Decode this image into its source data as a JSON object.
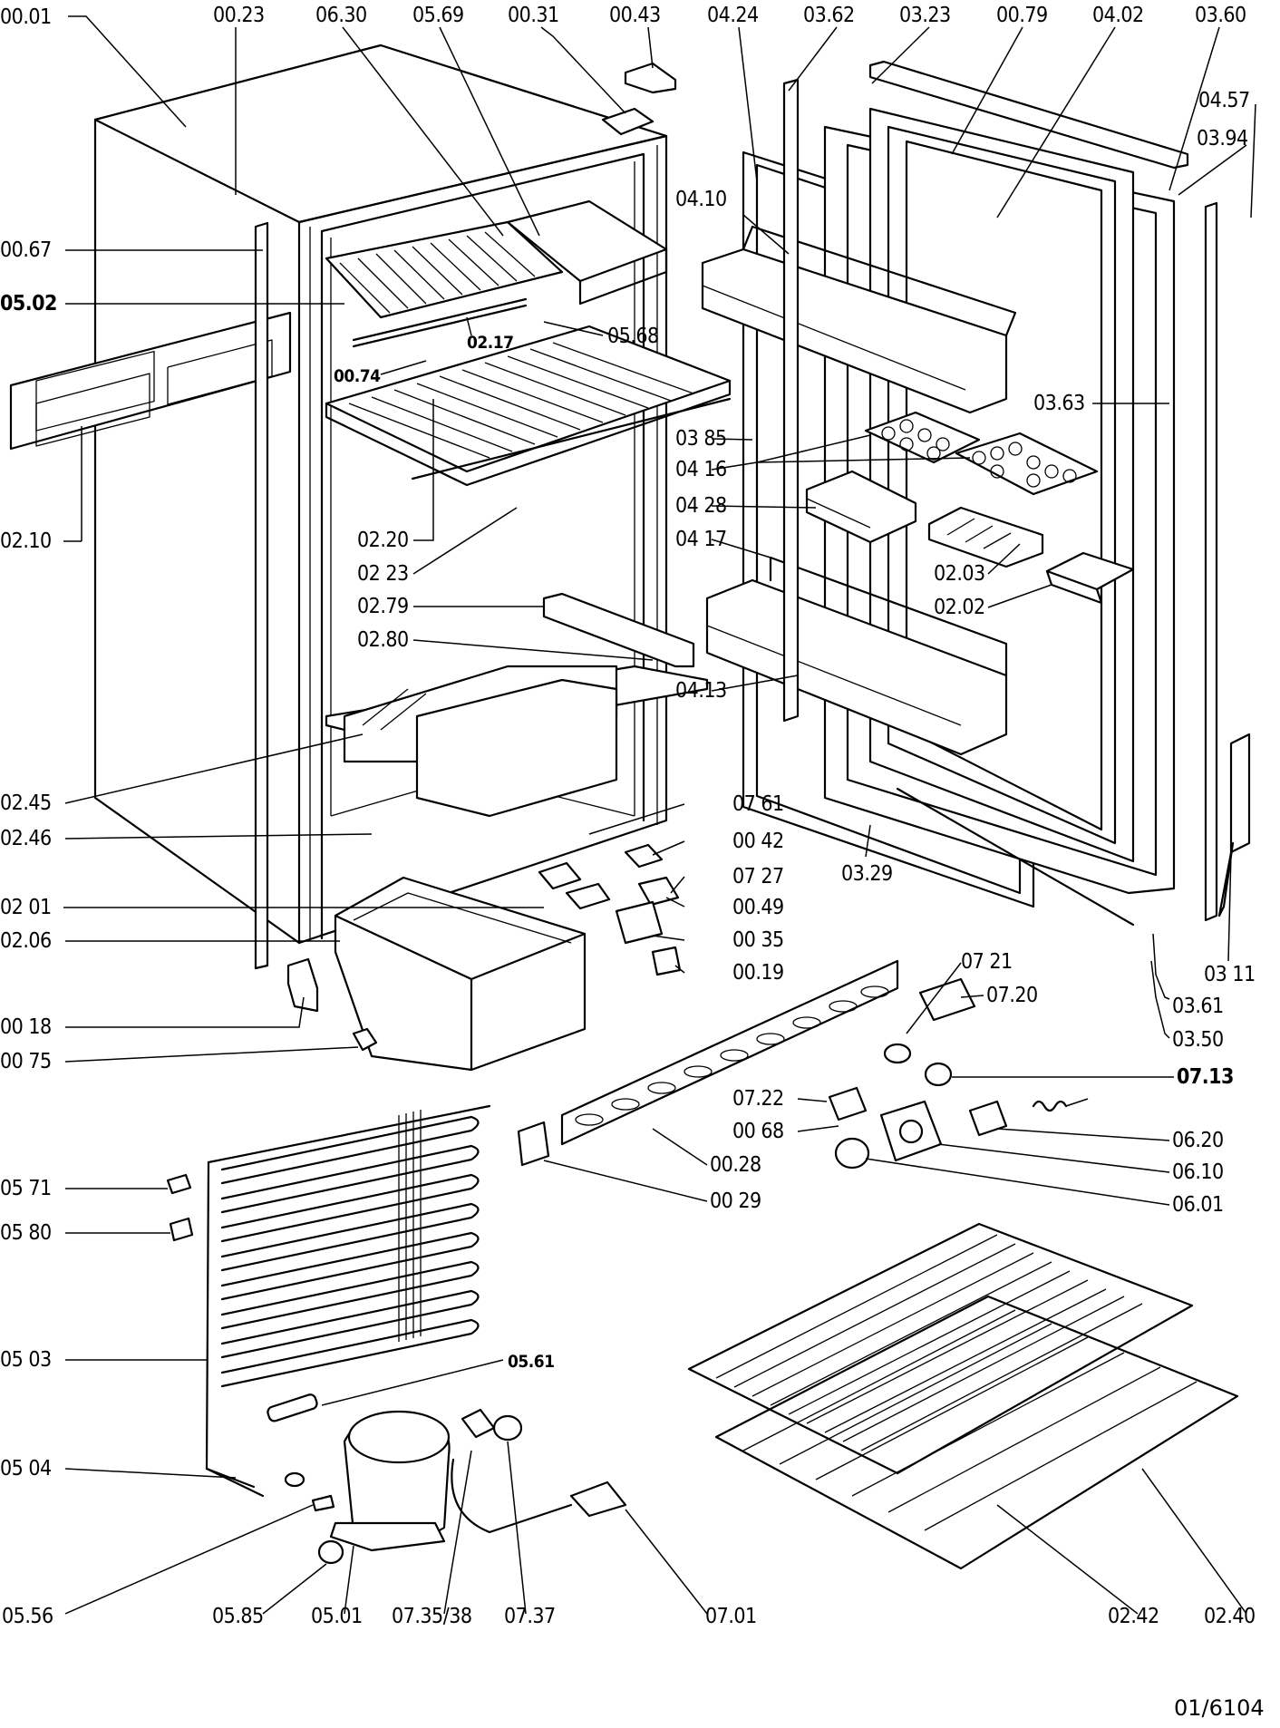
{
  "labels": {
    "p0001": "00.01",
    "p0023": "00.23",
    "p0630": "06.30",
    "p0569": "05.69",
    "p0031": "00.31",
    "p0043": "00.43",
    "p0424": "04.24",
    "p0362": "03.62",
    "p0323": "03.23",
    "p0079": "00.79",
    "p0402": "04.02",
    "p0360": "03.60",
    "p0457": "04.57",
    "p0394": "03.94",
    "p0410": "04.10",
    "p0067": "00.67",
    "p0502": "05.02",
    "p0568": "05.68",
    "p0217": "02.17",
    "p0074": "00.74",
    "p0363": "03.63",
    "p0385": "03 85",
    "p0416": "04 16",
    "p0428": "04 28",
    "p0417": "04 17",
    "p0210": "02.10",
    "p0220": "02.20",
    "p0223": "02 23",
    "p0203": "02.03",
    "p0202": "02.02",
    "p0279": "02.79",
    "p0280": "02.80",
    "p0413": "04.13",
    "p0245": "02.45",
    "p0246": "02.46",
    "p0761": "07 61",
    "p0042": "00 42",
    "p0727": "07 27",
    "p0201": "02 01",
    "p0049": "00.49",
    "p0329": "03.29",
    "p0206": "02.06",
    "p0035": "00 35",
    "p0019": "00.19",
    "p0311": "03 11",
    "p0721": "07 21",
    "p0720": "07.20",
    "p0361": "03.61",
    "p0018": "00 18",
    "p0350": "03.50",
    "p0075": "00 75",
    "p0713": "07.13",
    "p0722": "07.22",
    "p0068": "00 68",
    "p0620": "06.20",
    "p0028": "00.28",
    "p0610": "06.10",
    "p0571": "05 71",
    "p0029": "00 29",
    "p0601": "06.01",
    "p0580": "05 80",
    "p0503": "05 03",
    "p0561": "05.61",
    "p0504": "05 04",
    "p0556": "05.56",
    "p0585": "05.85",
    "p0501": "05.01",
    "p0735": "07.35/38",
    "p0737": "07.37",
    "p0701": "07.01",
    "p0242": "02.42",
    "p0240": "02.40"
  },
  "footer": {
    "drawing_code": "01/6104"
  }
}
